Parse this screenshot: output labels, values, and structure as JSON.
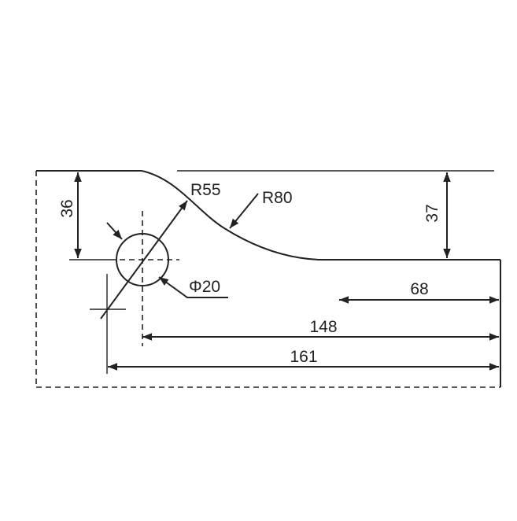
{
  "drawing": {
    "colors": {
      "line": "#222222",
      "background": "#ffffff"
    },
    "labels": {
      "height_left": "36",
      "height_right": "37",
      "radius_upper": "R55",
      "radius_lower": "R80",
      "hole_diameter": "Φ20",
      "length_68": "68",
      "length_148": "148",
      "length_161": "161"
    }
  }
}
